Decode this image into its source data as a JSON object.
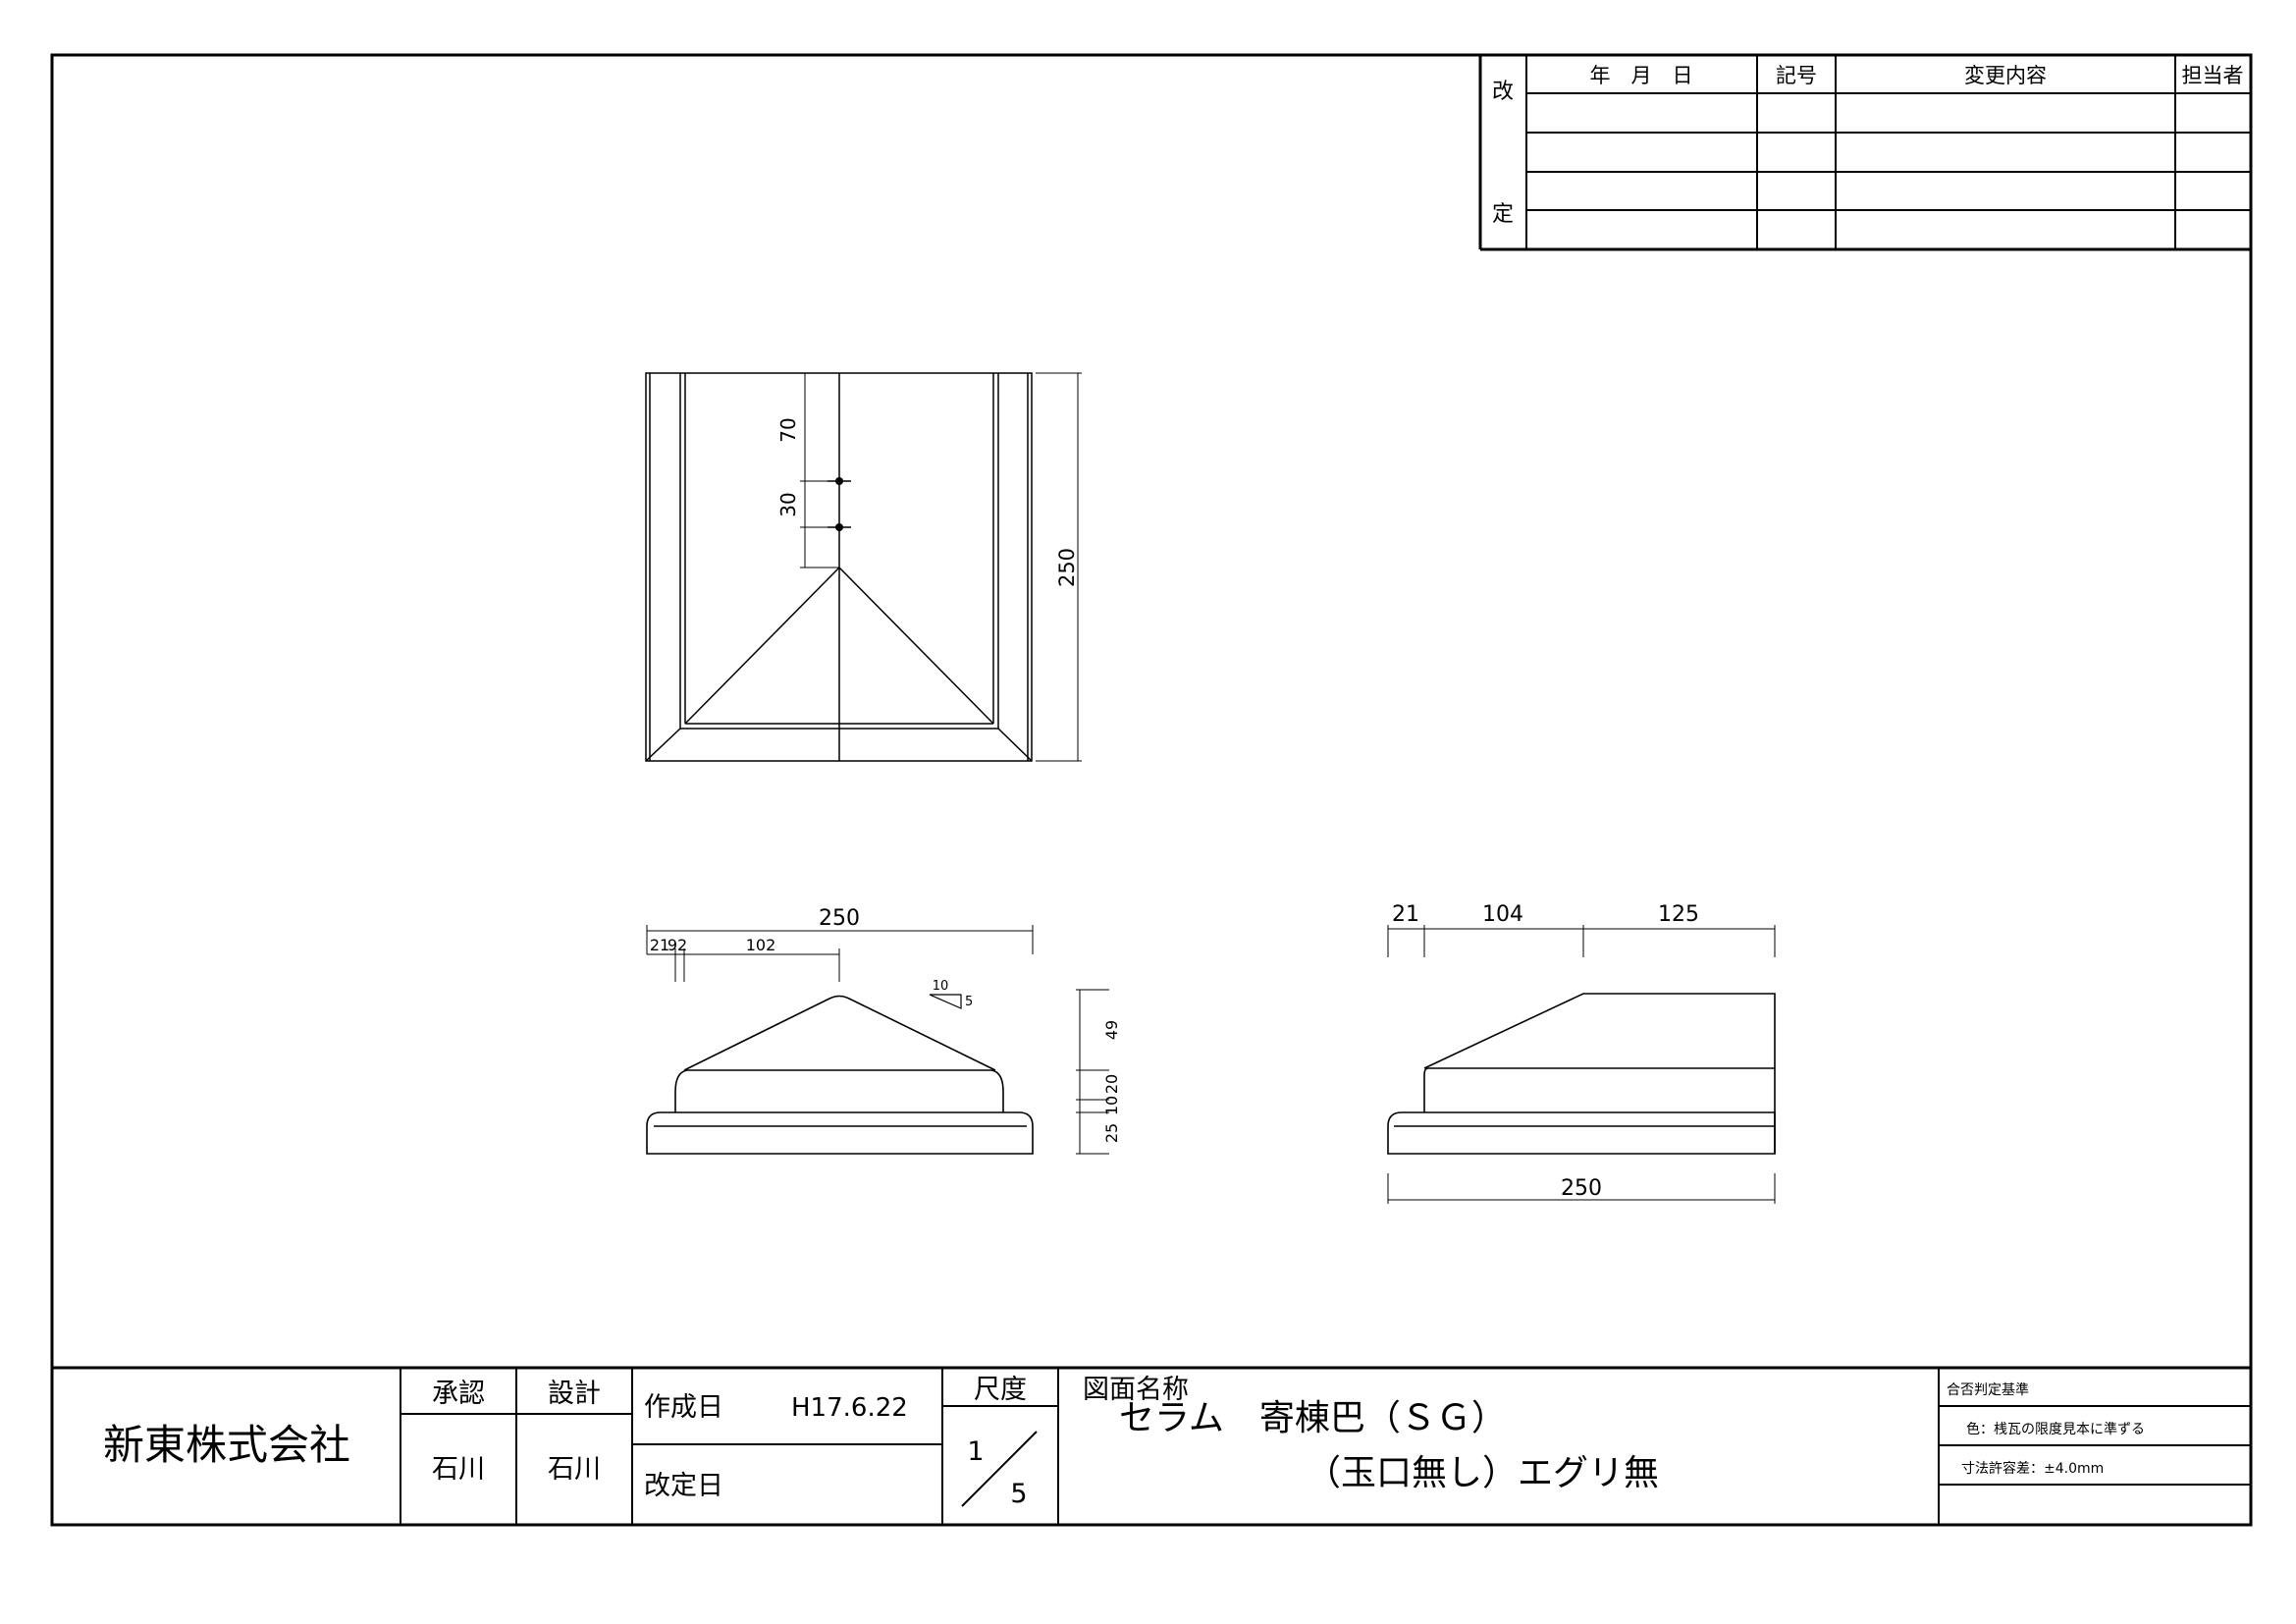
{
  "revision_table": {
    "side_label_top": "改",
    "side_label_bottom": "定",
    "headers": [
      "年　月　日",
      "記号",
      "変更内容",
      "担当者"
    ]
  },
  "plan_view": {
    "dim_total": "250",
    "dim_top": "70",
    "dim_mid": "30"
  },
  "front_view": {
    "dim_width": "250",
    "dim_a": "21",
    "dim_b": "92",
    "dim_c": "102",
    "slope_run": "10",
    "slope_rise": "5",
    "dim_h1": "49",
    "dim_h2": "20",
    "dim_h3": "10",
    "dim_h4": "25"
  },
  "side_view": {
    "dim_a": "21",
    "dim_b": "104",
    "dim_c": "125",
    "dim_width": "250"
  },
  "title_block": {
    "company": "新東株式会社",
    "approval_label": "承認",
    "design_label": "設計",
    "approver": "石川",
    "designer": "石川",
    "created_label": "作成日",
    "created_date": "H17.6.22",
    "revised_label": "改定日",
    "scale_label": "尺度",
    "scale_num": "1",
    "scale_den": "5",
    "drawing_name_label": "図面名称",
    "drawing_name_line1": "セラム　寄棟巴（ＳＧ）",
    "drawing_name_line2": "（玉口無し）エグリ無",
    "criteria_title": "合否判定基準",
    "criteria_color": "色：桟瓦の限度見本に準ずる",
    "criteria_tolerance": "寸法許容差：±4.0mm"
  }
}
